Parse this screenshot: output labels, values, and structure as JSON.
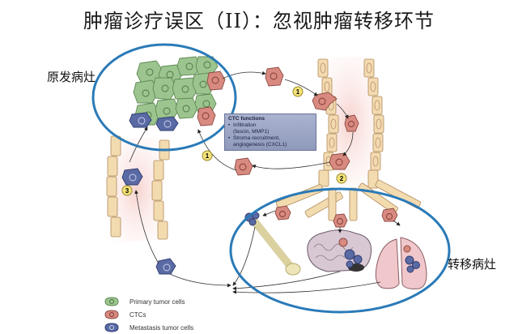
{
  "title": "肿瘤诊疗误区（II）：忽视肿瘤转移环节",
  "labels": {
    "primary_site": "原发病灶",
    "metastatic_site": "转移病灶"
  },
  "ctc_box": {
    "heading": "CTC functions",
    "items": [
      {
        "line1": "Infiltration",
        "line2": "(fascin, MMP1)"
      },
      {
        "line1": "Stroma recruitment,",
        "line2": "angiogenesis (CXCL1)"
      }
    ]
  },
  "steps": [
    "1",
    "2",
    "3"
  ],
  "legend": [
    {
      "label": "Primary tumor cells",
      "color": "#9cc48e",
      "icon": "primary-tumor-cell-icon"
    },
    {
      "label": "CTCs",
      "color": "#d98a80",
      "icon": "ctc-cell-icon"
    },
    {
      "label": "Metastasis tumor cells",
      "color": "#5a6aa5",
      "icon": "metastasis-cell-icon"
    }
  ],
  "colors": {
    "circle_outline": "#2a7ab8",
    "primary_cell": "#9cc48e",
    "ctc_cell": "#d98a80",
    "metastasis_cell": "#5a6aa5",
    "vessel_wall": "#f3dbb0",
    "vessel_lumen": "#f8dcd6",
    "step_badge": "#f3e27a"
  }
}
